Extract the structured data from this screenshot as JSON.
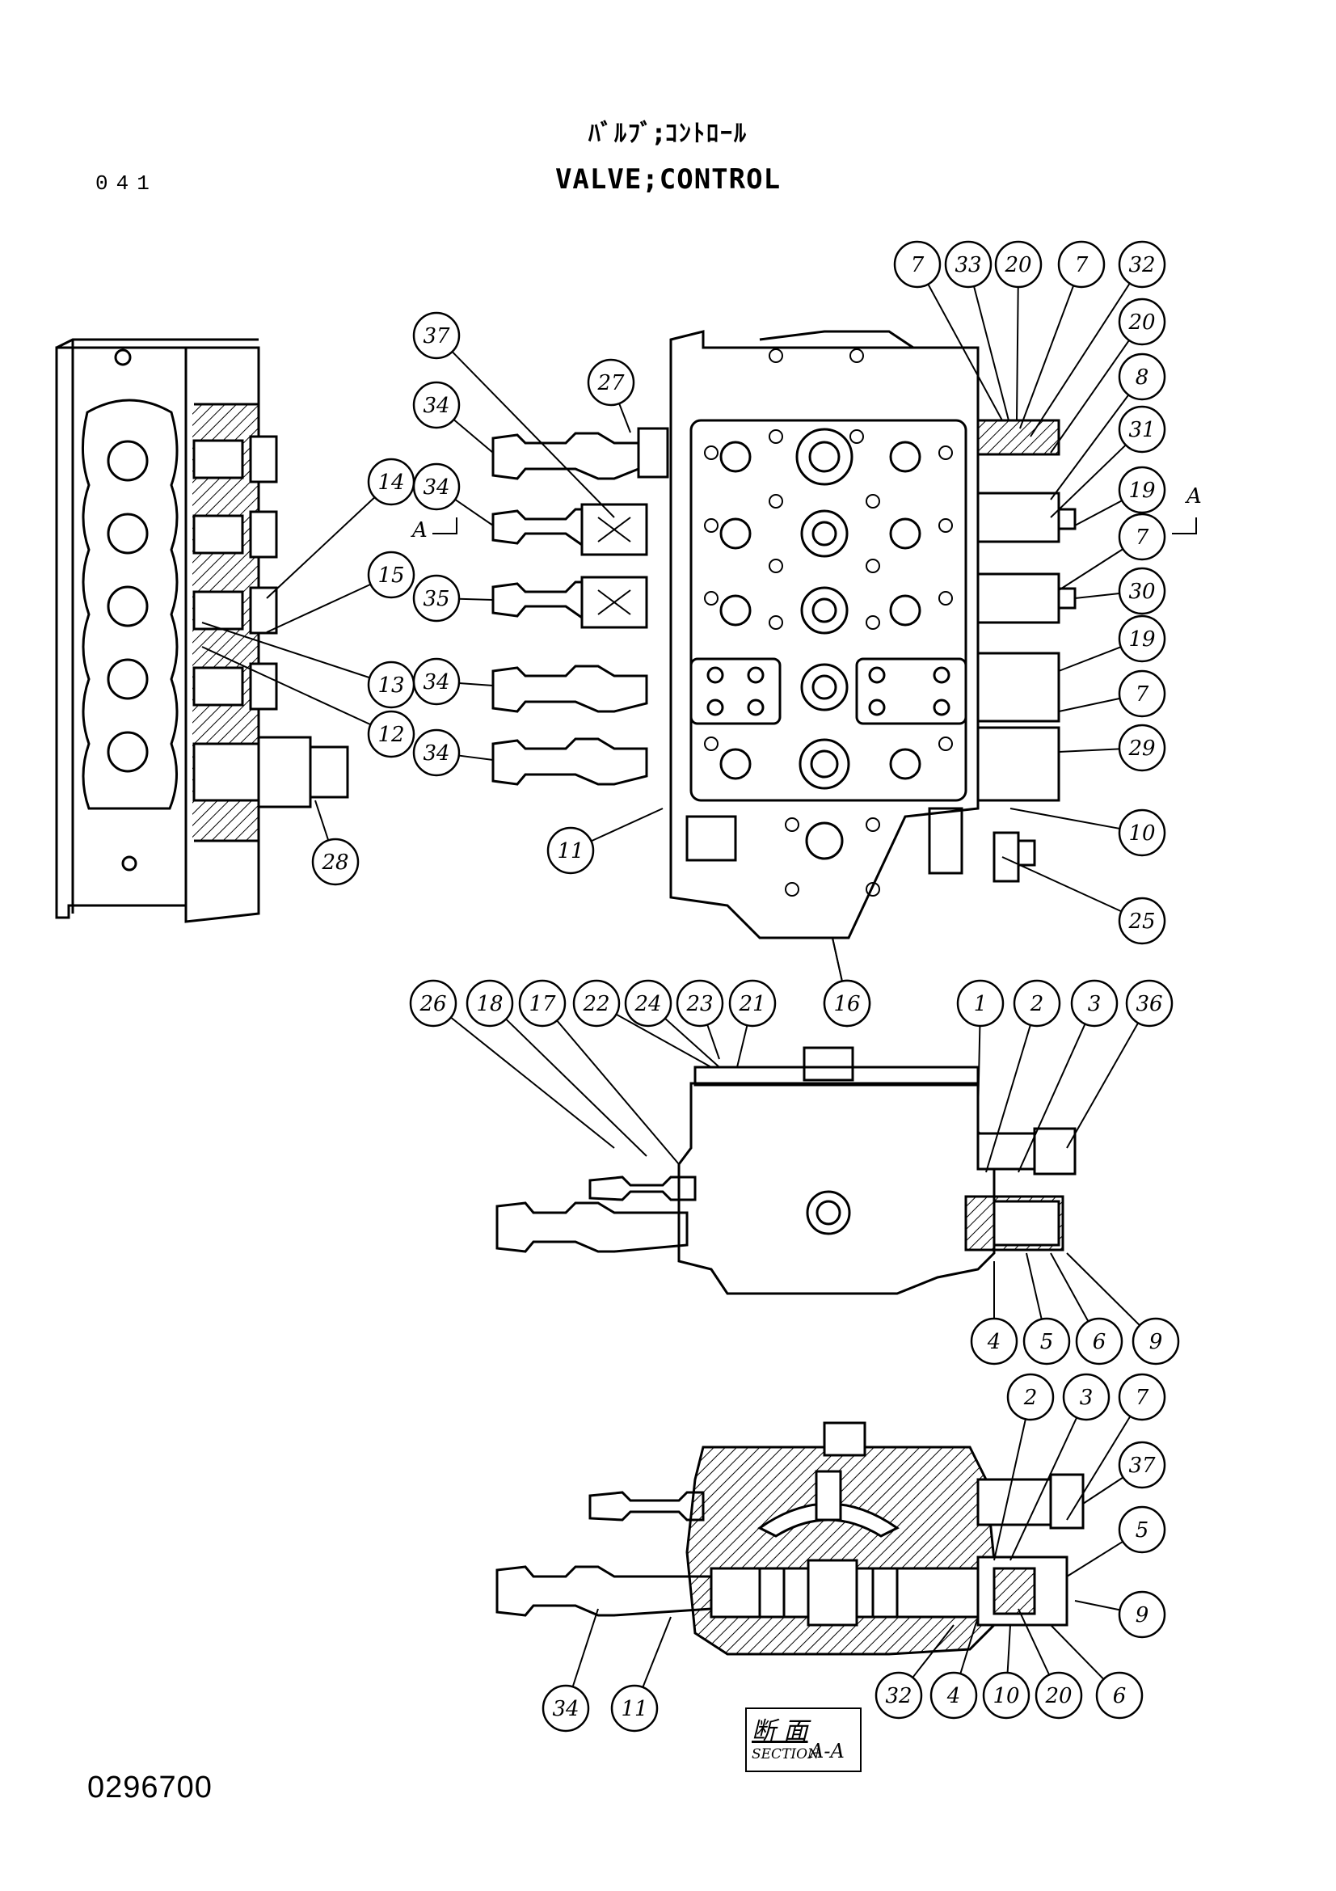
{
  "header": {
    "page_number": "041",
    "title_jp": "ﾊﾞﾙﾌﾞ;ｺﾝﾄﾛｰﾙ",
    "title_en": "VALVE;CONTROL"
  },
  "footer": {
    "document_number": "0296700"
  },
  "section_label": {
    "jp": "断 面",
    "en": "SECTION",
    "suffix": "A-A"
  },
  "section_markers": {
    "left": "A",
    "right": "A"
  },
  "callouts": {
    "top_right_row": [
      "7",
      "33",
      "20",
      "7",
      "32"
    ],
    "right_column": [
      "20",
      "8",
      "31",
      "19",
      "7",
      "30",
      "19",
      "7",
      "29",
      "10",
      "25"
    ],
    "left_column": [
      "37",
      "34",
      "27",
      "34",
      "35",
      "34",
      "34",
      "11",
      "16"
    ],
    "side_view": [
      "14",
      "15",
      "13",
      "12",
      "28"
    ],
    "middle_top_row": [
      "26",
      "18",
      "17",
      "22",
      "24",
      "23",
      "21",
      "16",
      "1",
      "2",
      "3",
      "36"
    ],
    "middle_bottom_row": [
      "4",
      "5",
      "6",
      "9"
    ],
    "section_top_row": [
      "2",
      "3",
      "7",
      "37",
      "5",
      "9"
    ],
    "section_bottom_row": [
      "34",
      "11",
      "32",
      "4",
      "10",
      "20",
      "6"
    ]
  },
  "colors": {
    "ink": "#000000",
    "paper": "#ffffff"
  }
}
